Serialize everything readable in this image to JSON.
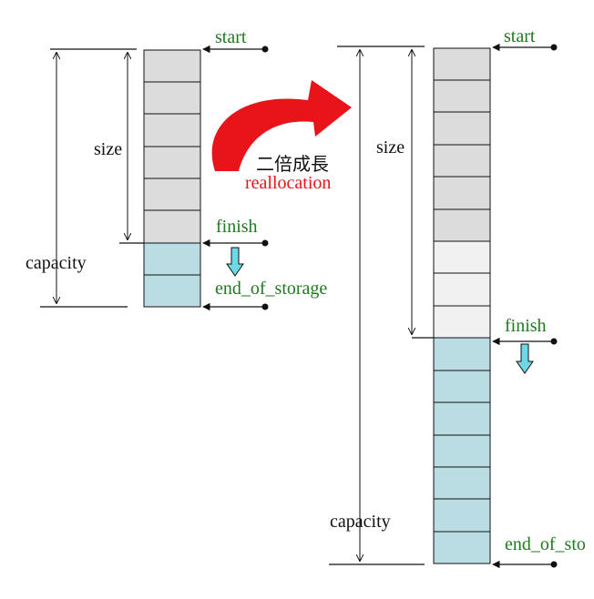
{
  "left": {
    "start": "start",
    "size": "size",
    "finish": "finish",
    "capacity": "capacity",
    "end_of_storage": "end_of_storage"
  },
  "right": {
    "start": "start",
    "size": "size",
    "finish": "finish",
    "capacity": "capacity",
    "end_of_storage": "end_of_sto"
  },
  "transition": {
    "label_cn": "二倍成長",
    "label_en": "reallocation"
  },
  "colors": {
    "used_cell": "#dcdcdc",
    "new_cell": "#f1f1f1",
    "free_cell": "#b9dde2",
    "label_green": "#1f7a1f",
    "arrow_red": "#e8141a",
    "down_arrow": "#6fd8e6"
  }
}
